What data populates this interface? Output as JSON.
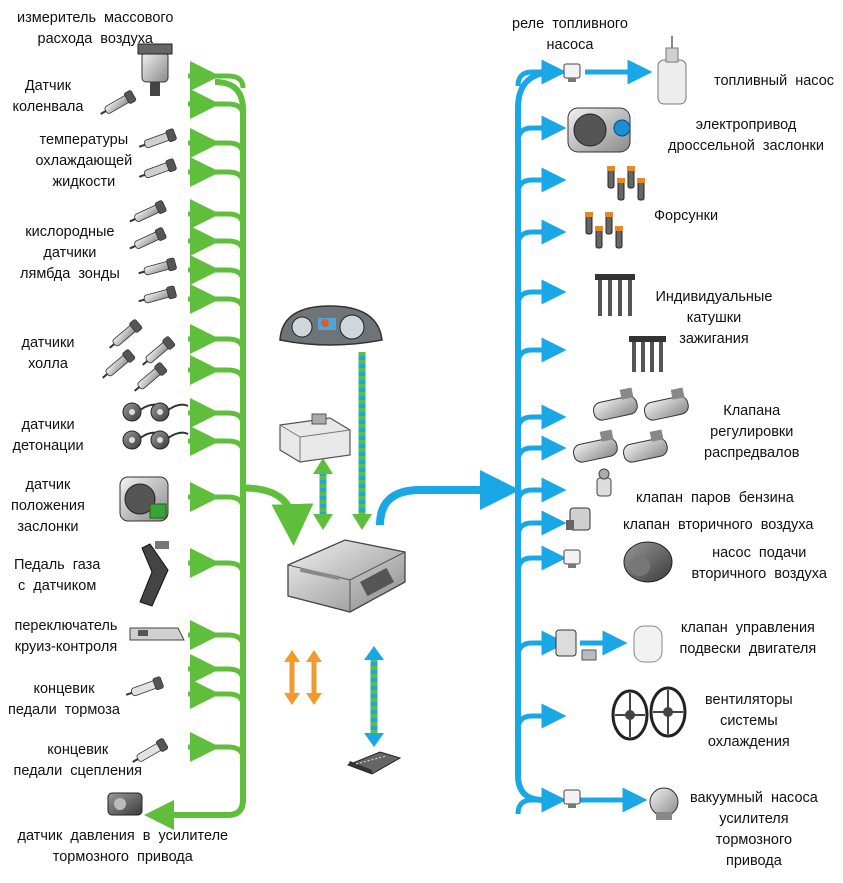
{
  "colors": {
    "input_line": "#5fbf3c",
    "output_line": "#1aa7e6",
    "bidirectional": "#f29a2e",
    "diagnostic": "#1aa7e6"
  },
  "inputs": [
    {
      "lines": [
        "измеритель массового",
        "расхода воздуха"
      ],
      "icon": "mass-air-flow-sensor-icon"
    },
    {
      "lines": [
        "Датчик",
        "коленвала"
      ],
      "icon": "crankshaft-sensor-icon"
    },
    {
      "lines": [
        "температуры",
        "охлаждающей",
        "жидкости"
      ],
      "icon": "coolant-temperature-sensor-icon"
    },
    {
      "lines": [
        "кислородные",
        "датчики",
        "лямбда зонды"
      ],
      "icon": "oxygen-sensor-icon"
    },
    {
      "lines": [
        "датчики",
        "холла"
      ],
      "icon": "hall-sensor-icon"
    },
    {
      "lines": [
        "датчики",
        "детонации"
      ],
      "icon": "knock-sensor-icon"
    },
    {
      "lines": [
        "датчик",
        "положения",
        "заслонки"
      ],
      "icon": "throttle-position-sensor-icon"
    },
    {
      "lines": [
        "Педаль газа",
        "с датчиком"
      ],
      "icon": "gas-pedal-icon"
    },
    {
      "lines": [
        "переключатель",
        "круиз-контроля"
      ],
      "icon": "cruise-control-switch-icon"
    },
    {
      "lines": [
        "концевик",
        "педали тормоза"
      ],
      "icon": "brake-pedal-switch-icon"
    },
    {
      "lines": [
        "концевик",
        "педали сцепления"
      ],
      "icon": "clutch-pedal-switch-icon"
    },
    {
      "lines": [
        "датчик давления в усилителе",
        "тормозного привода"
      ],
      "icon": "brake-booster-pressure-sensor-icon"
    }
  ],
  "outputs": [
    {
      "lines": [
        "реле топливного",
        "насоса"
      ],
      "icon": "fuel-pump-relay-icon"
    },
    {
      "lines": [
        "топливный насос"
      ],
      "icon": "fuel-pump-icon"
    },
    {
      "lines": [
        "электропривод",
        "дроссельной заслонки"
      ],
      "icon": "throttle-actuator-icon"
    },
    {
      "lines": [
        "Форсунки"
      ],
      "icon": "injector-icon"
    },
    {
      "lines": [
        "Индивидуальные",
        "катушки",
        "зажигания"
      ],
      "icon": "ignition-coil-icon"
    },
    {
      "lines": [
        "Клапана",
        "регулировки",
        "распредвалов"
      ],
      "icon": "camshaft-valve-icon"
    },
    {
      "lines": [
        "клапан паров бензина"
      ],
      "icon": "fuel-vapor-valve-icon"
    },
    {
      "lines": [
        "клапан вторичного воздуха"
      ],
      "icon": "secondary-air-valve-icon"
    },
    {
      "lines": [
        "насос подачи",
        "вторичного воздуха"
      ],
      "icon": "secondary-air-pump-icon"
    },
    {
      "lines": [
        "клапан управления",
        "подвески двигателя"
      ],
      "icon": "engine-mount-valve-icon"
    },
    {
      "lines": [
        "вентиляторы",
        "системы",
        "охлаждения"
      ],
      "icon": "cooling-fan-icon"
    },
    {
      "lines": [
        "вакуумный насоса",
        "усилителя",
        "тормозного",
        "привода"
      ],
      "icon": "vacuum-pump-icon"
    }
  ],
  "center": {
    "instrument_cluster_icon": "instrument-cluster-icon",
    "comfort_module_icon": "comfort-module-icon",
    "ecu_icon": "ecu-icon",
    "diagnostic_connector_icon": "obd-connector-icon"
  }
}
